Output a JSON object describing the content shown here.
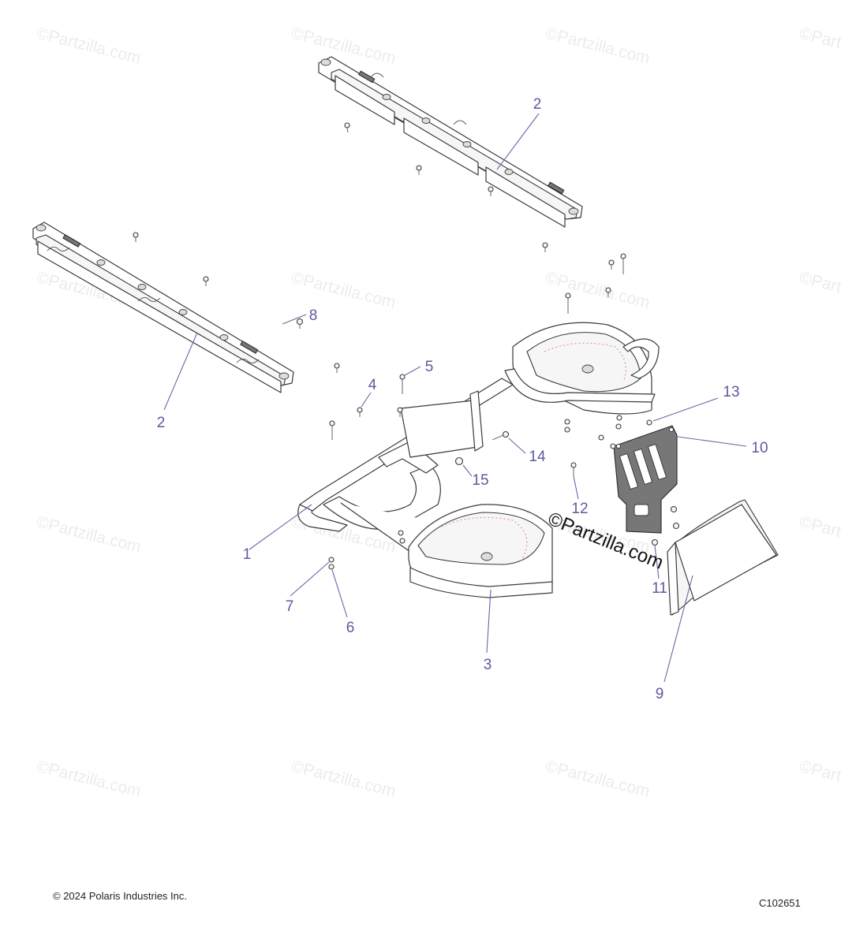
{
  "watermark": {
    "text": "©Partzilla.com",
    "color": "#ececec"
  },
  "center_watermark": {
    "text": "©Partzilla.com"
  },
  "callouts": [
    {
      "id": "1",
      "label": "1"
    },
    {
      "id": "2a",
      "label": "2"
    },
    {
      "id": "2b",
      "label": "2"
    },
    {
      "id": "3",
      "label": "3"
    },
    {
      "id": "4",
      "label": "4"
    },
    {
      "id": "5",
      "label": "5"
    },
    {
      "id": "6",
      "label": "6"
    },
    {
      "id": "7",
      "label": "7"
    },
    {
      "id": "8",
      "label": "8"
    },
    {
      "id": "9",
      "label": "9"
    },
    {
      "id": "10",
      "label": "10"
    },
    {
      "id": "11",
      "label": "11"
    },
    {
      "id": "12",
      "label": "12"
    },
    {
      "id": "13",
      "label": "13"
    },
    {
      "id": "14",
      "label": "14"
    },
    {
      "id": "15",
      "label": "15"
    }
  ],
  "callout_color": "#5d5a9c",
  "footer": {
    "copyright": "© 2024 Polaris Industries Inc.",
    "diagram_code": "C102651"
  }
}
